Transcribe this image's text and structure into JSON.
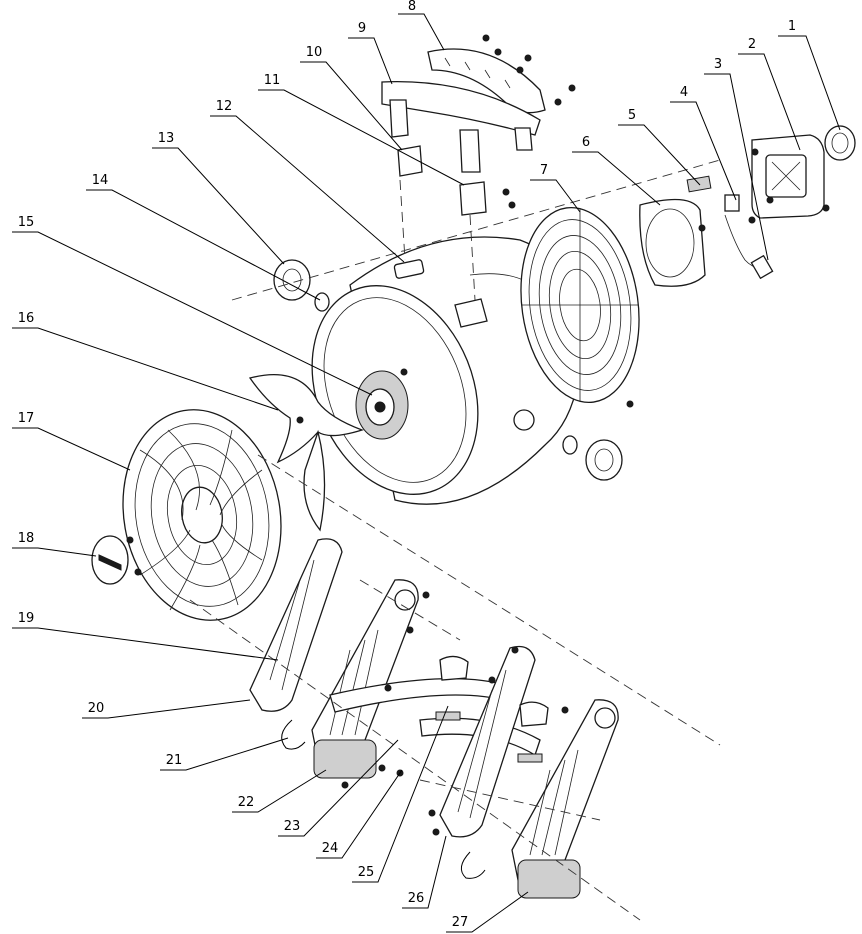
{
  "callouts": [
    {
      "num": "1"
    },
    {
      "num": "2"
    },
    {
      "num": "3"
    },
    {
      "num": "4"
    },
    {
      "num": "5"
    },
    {
      "num": "6"
    },
    {
      "num": "7"
    },
    {
      "num": "8"
    },
    {
      "num": "9"
    },
    {
      "num": "10"
    },
    {
      "num": "11"
    },
    {
      "num": "12"
    },
    {
      "num": "13"
    },
    {
      "num": "14"
    },
    {
      "num": "15"
    },
    {
      "num": "16"
    },
    {
      "num": "17"
    },
    {
      "num": "18"
    },
    {
      "num": "19"
    },
    {
      "num": "20"
    },
    {
      "num": "21"
    },
    {
      "num": "22"
    },
    {
      "num": "23"
    },
    {
      "num": "24"
    },
    {
      "num": "25"
    },
    {
      "num": "26"
    },
    {
      "num": "27"
    }
  ]
}
